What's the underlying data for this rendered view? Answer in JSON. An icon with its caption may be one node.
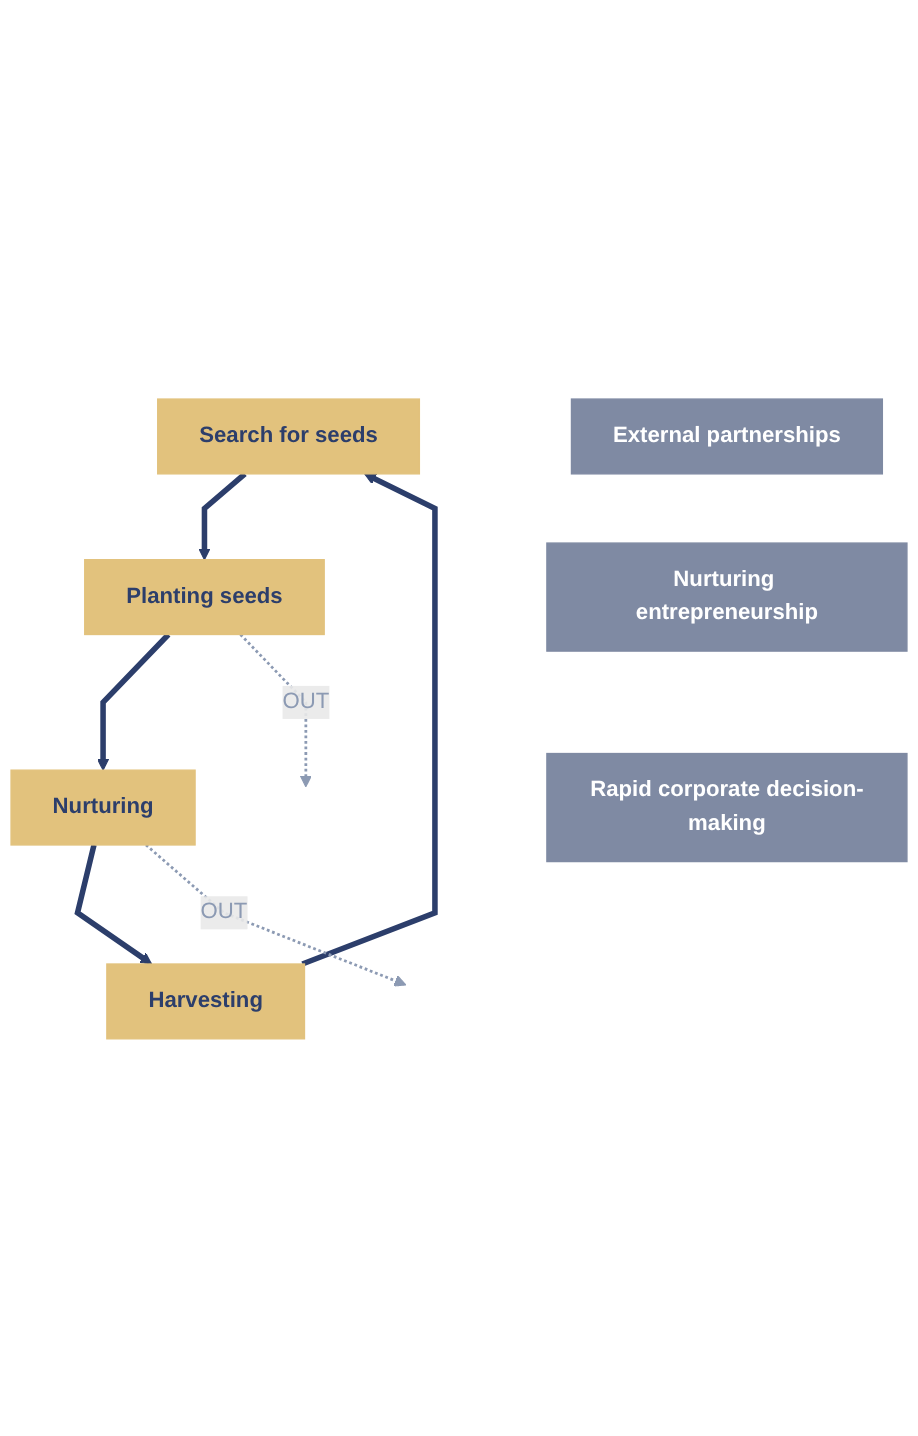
{
  "diagram": {
    "nodes": [
      {
        "text": [
          "Search for seeds"
        ]
      },
      {
        "text": [
          "Planting seeds"
        ]
      },
      {
        "text": [
          "Nurturing"
        ]
      },
      {
        "text": [
          "Harvesting"
        ]
      },
      {
        "text": [
          "External partnerships"
        ]
      },
      {
        "text": [
          "Nurturing entrepreneurship"
        ]
      },
      {
        "text": [
          "Rapid corporate decision-making"
        ]
      }
    ],
    "edges": [
      {
        "from": 0,
        "to": 1,
        "arrow": "to"
      },
      {
        "from": 1,
        "to": 2,
        "arrow": "to"
      },
      {
        "from": 2,
        "to": 3,
        "arrow": "to"
      },
      {
        "from": 3,
        "to": 0,
        "arrow": "to"
      },
      {
        "from": 1,
        "to": null,
        "arrow": "to",
        "label": "OUT",
        "style": "dashed",
        "color": "#8c9ab3"
      },
      {
        "from": 2,
        "to": null,
        "arrow": "to",
        "label": "OUT",
        "style": "dashed",
        "color": "#8c9ab3"
      }
    ]
  }
}
